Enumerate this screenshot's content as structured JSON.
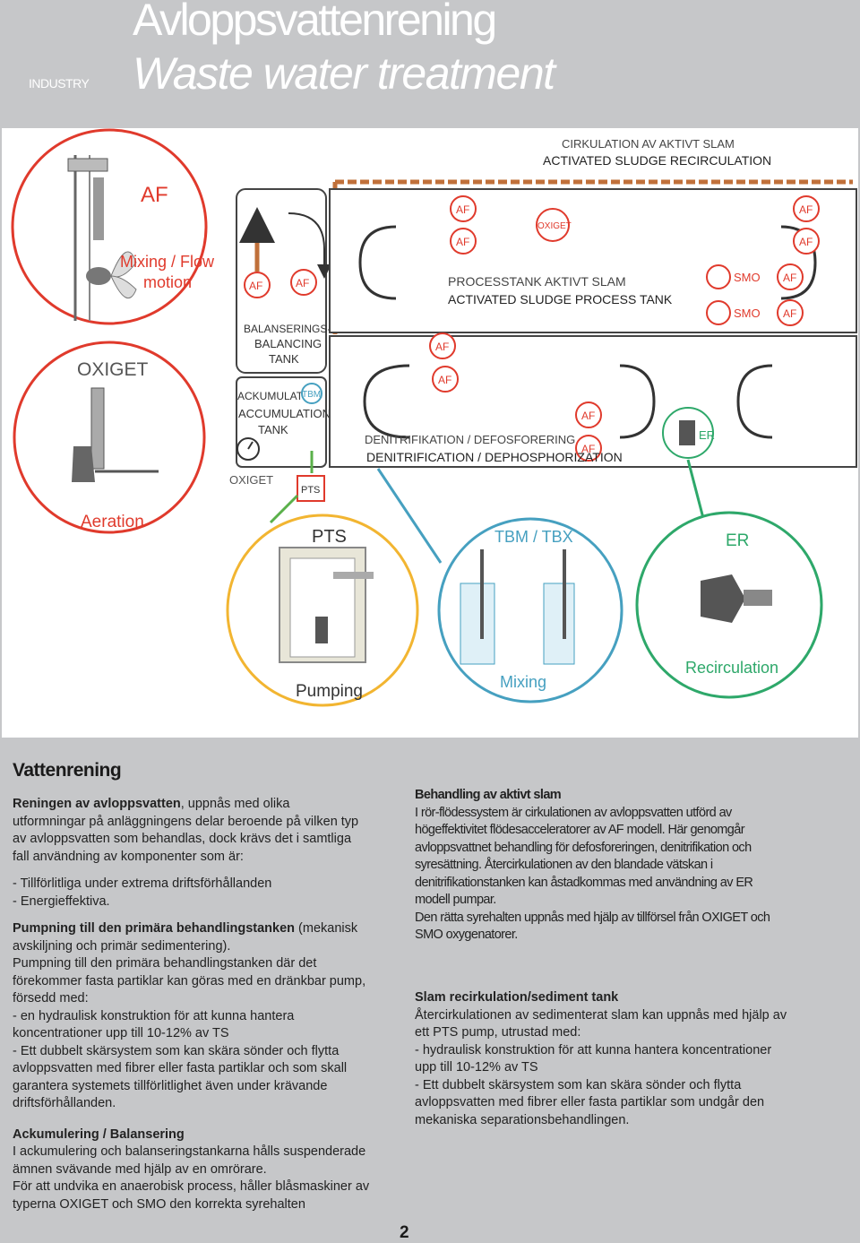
{
  "header": {
    "industry": "INDUSTRY",
    "title_sv": "Avloppsvattenrening",
    "title_en": "Waste water treatment"
  },
  "diagram": {
    "recirc_sv": "CIRKULATION AV AKTIVT SLAM",
    "recirc_en": "ACTIVATED SLUDGE RECIRCULATION",
    "process_sv": "PROCESSTANK AKTIVT SLAM",
    "process_en": "ACTIVATED SLUDGE PROCESS TANK",
    "denit_sv": "DENITRIFIKATION / DEFOSFORERING",
    "denit_en": "DENITRIFICATION / DEPHOSPHORIZATION",
    "balancing_sv": "BALANSERINGS-",
    "balancing_en1": "BALANCING",
    "balancing_en2": "TANK",
    "accum_sv": "ACKUMULATOR-",
    "accum_en1": "ACCUMULATION",
    "accum_en2": "TANK",
    "oxiget_small": "OXIGET",
    "oxiget_label": "OXIGET",
    "pts_small": "PTS",
    "tbm": "TBM",
    "er_small": "ER",
    "smo": "SMO",
    "af": "AF",
    "af_big": "AF",
    "mixing_flow_1": "Mixing / Flow",
    "mixing_flow_2": "motion",
    "oxiget_big": "OXIGET",
    "aeration": "Aeration",
    "pts_big": "PTS",
    "pumping": "Pumping",
    "tbm_tbx": "TBM / TBX",
    "mixing": "Mixing",
    "er_big": "ER",
    "recirculation": "Recirculation"
  },
  "left": {
    "heading": "Vattenrening",
    "p1_bold": "Reningen av avloppsvatten",
    "p1_lines": [
      ", uppnås med olika",
      "utformningar på anläggningens delar beroende på vilken typ",
      "av avloppsvatten som behandlas, dock krävs det i samtliga",
      "fall användning av komponenter som är:"
    ],
    "bullet1": "- Tillförlitliga under extrema driftsförhållanden",
    "bullet2": "- Energieffektiva.",
    "p2_bold": "Pumpning till den primära behandlingstanken",
    "p2_lines": [
      " (mekanisk",
      "avskiljning och primär sedimentering).",
      "Pumpning till den primära behandlingstanken där det",
      "förekommer fasta partiklar kan göras med en dränkbar pump,",
      "försedd med:",
      "- en hydraulisk konstruktion för att kunna hantera",
      "koncentrationer upp till 10-12% av TS",
      "- Ett dubbelt skärsystem som kan skära sönder och flytta",
      "avloppsvatten med fibrer eller fasta partiklar och som skall",
      "garantera systemets tillförlitlighet även under krävande",
      "driftsförhållanden."
    ],
    "p3_bold": "Ackumulering / Balansering",
    "p3_lines": [
      "I ackumulering och balanseringstankarna hålls suspenderade",
      "ämnen svävande med hjälp av en omrörare.",
      "För att undvika en anaerobisk process, håller blåsmaskiner av",
      "typerna OXIGET och SMO den korrekta syrehalten"
    ]
  },
  "right": {
    "h1": "Behandling av aktivt slam",
    "p1_lines": [
      "I rör-flödessystem är cirkulationen av avloppsvatten utförd av",
      "högeffektivitet flödesacceleratorer av AF modell. Här genomgår",
      "avloppsvattnet behandling för defosforeringen, denitrifikation och",
      "syresättning. Återcirkulationen av den blandade vätskan i",
      "denitrifikationstanken kan åstadkommas med användning av ER",
      "modell pumpar.",
      "Den rätta syrehalten uppnås med hjälp av tillförsel från OXIGET och",
      "SMO oxygenatorer."
    ],
    "h2": "Slam recirkulation/sediment tank",
    "p2_lines": [
      "Återcirkulationen av sedimenterat slam kan uppnås med hjälp av",
      "ett PTS pump, utrustad med:",
      "- hydraulisk konstruktion för att kunna hantera koncentrationer",
      "upp till 10-12% av TS",
      "- Ett dubbelt skärsystem som kan skära sönder och flytta",
      "avloppsvatten med fibrer eller fasta partiklar som undgår den",
      "mekaniska separationsbehandlingen."
    ]
  },
  "page_number": "2"
}
